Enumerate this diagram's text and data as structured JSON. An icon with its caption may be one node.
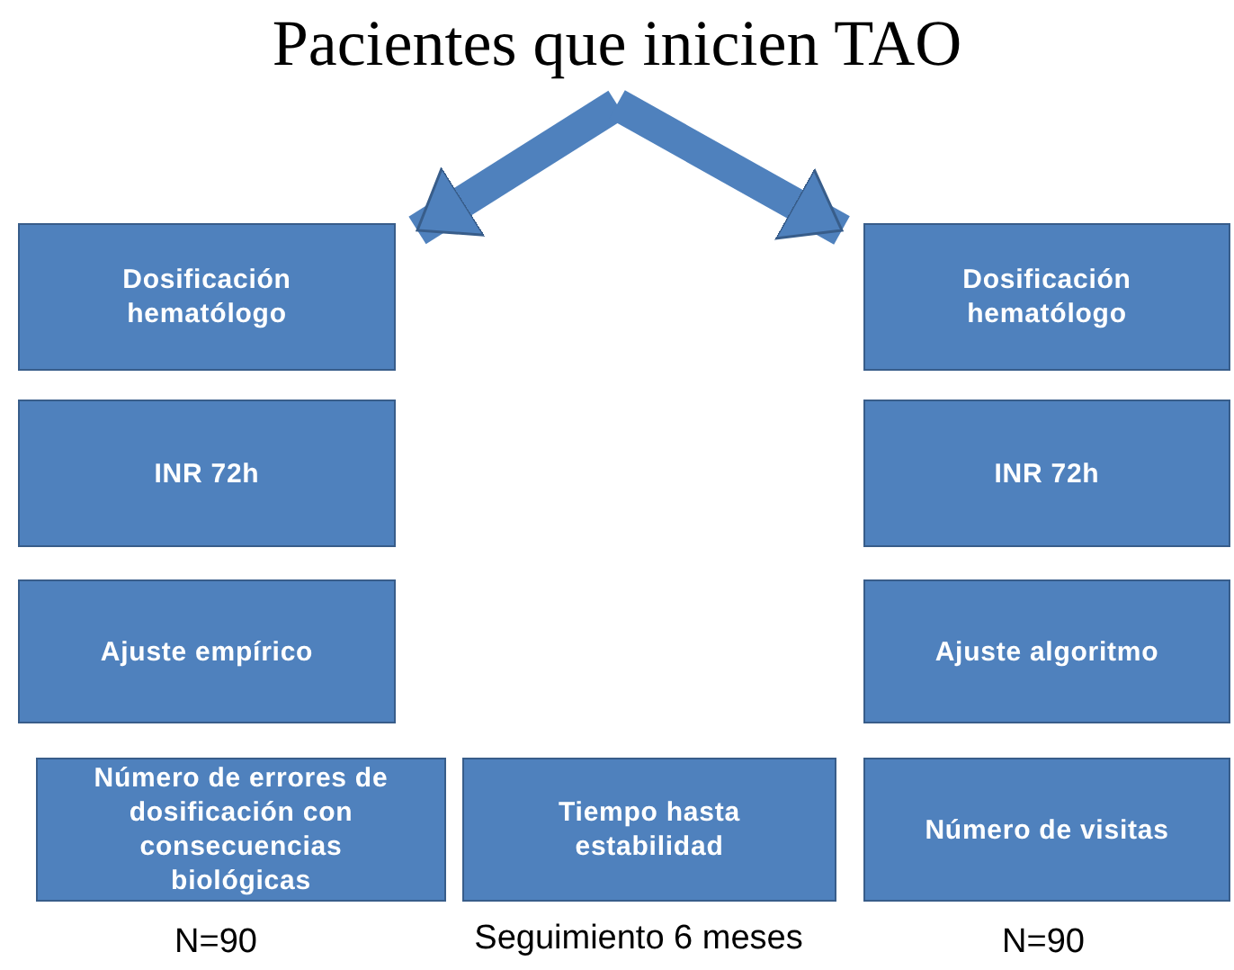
{
  "diagram": {
    "nodes": [
      {
        "text": [
          "Pacientes que inicien TAO"
        ]
      },
      {
        "text": [
          "Dosificación hematólogo"
        ]
      },
      {
        "text": [
          "Dosificación hematólogo"
        ]
      },
      {
        "text": [
          "INR 72h"
        ]
      },
      {
        "text": [
          "INR 72h"
        ]
      },
      {
        "text": [
          "Ajuste empírico"
        ]
      },
      {
        "text": [
          "Ajuste algoritmo"
        ]
      },
      {
        "text": [
          "Número de errores de dosificación con consecuencias biológicas"
        ]
      },
      {
        "text": [
          "Tiempo hasta estabilidad"
        ]
      },
      {
        "text": [
          "Número de visitas"
        ]
      }
    ],
    "edges": [
      {
        "from": 0,
        "to": 1,
        "arrow": "to"
      },
      {
        "from": 0,
        "to": 2,
        "arrow": "to"
      }
    ],
    "labels": [
      "N=90",
      "Seguimiento 6 meses",
      "N=90"
    ]
  }
}
